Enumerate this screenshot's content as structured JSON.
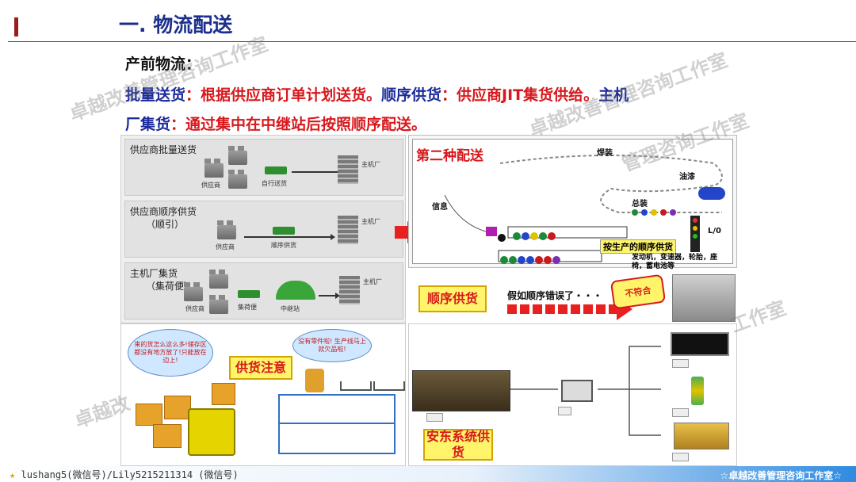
{
  "header": {
    "title": "一. 物流配送"
  },
  "body": {
    "label": "产前物流：",
    "line1_part1": "批量送货",
    "line1_part2": "：根据供应商订单计划送货。",
    "line1_part3": "顺序供货",
    "line1_part4": "：供应商JIT集货供给。",
    "line1_part5": "主机",
    "line2_part1": "厂集货",
    "line2_part2": "：通过集中在中继站后按照顺序配送。"
  },
  "figure_left": {
    "rows": [
      {
        "title": "供应商批量送货",
        "sub": "",
        "labels": [
          "供应商",
          "自行送货",
          "主机厂"
        ]
      },
      {
        "title": "供应商顺序供货",
        "sub": "（顺引）",
        "labels": [
          "供应商",
          "顺序供货",
          "主机厂"
        ]
      },
      {
        "title": "主机厂集货",
        "sub": "（集荷便）",
        "labels": [
          "供应商",
          "集荷便",
          "中继站",
          "主机厂"
        ]
      }
    ]
  },
  "figure_right": {
    "heading": "第二种配送",
    "labels": [
      "焊装",
      "油漆",
      "总装",
      "信息",
      "L/0",
      "按生产的顺序供货",
      "发动机，变速器，轮胎，座椅，蓄电池等"
    ]
  },
  "captions": {
    "sequence_supply": "顺序供货",
    "mistake_text": "假如顺序错误了・・・",
    "mismatch": "不符合",
    "supply_notice": "供货注意",
    "andon": "安东系统供货"
  },
  "clouds": {
    "left": "来的货怎么这么多!储存区都没有地方放了!只能放在边上!",
    "right": "没有零件啦! 生产线马上就欠品啦!"
  },
  "watermark": {
    "text1": "卓越改善管理咨询工作室",
    "text2": "卓越改善管理咨询工作室",
    "text3": "管理咨询工作室",
    "text4": "工作室",
    "text5": "卓越改"
  },
  "footer": {
    "left": "lushang5(微信号)/Lily5215211314 (微信号)",
    "right": "☆卓越改善管理咨询工作室☆"
  },
  "colors": {
    "title": "#1c2f8c",
    "highlight_red": "#d7191d",
    "highlight_blue": "#1b2a9a",
    "rule": "#b9262b"
  }
}
